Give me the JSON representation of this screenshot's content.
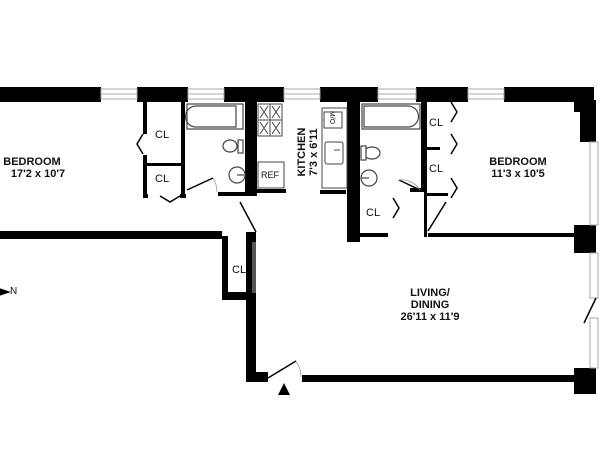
{
  "floorplan": {
    "rooms": [
      {
        "id": "bedroom-1",
        "name": "BEDROOM",
        "dimensions": "17'2 x 10'7"
      },
      {
        "id": "bedroom-2",
        "name": "BEDROOM",
        "dimensions": "11'3 x 10'5"
      },
      {
        "id": "kitchen",
        "name": "KITCHEN",
        "dimensions": "7'3 x 6'11"
      },
      {
        "id": "living-dining",
        "name": "LIVING/",
        "name2": "DINING",
        "dimensions": "26'11 x 11'9"
      }
    ],
    "closets": [
      {
        "id": "cl-1",
        "label": "CL"
      },
      {
        "id": "cl-2",
        "label": "CL"
      },
      {
        "id": "cl-3",
        "label": "CL"
      },
      {
        "id": "cl-4",
        "label": "CL"
      },
      {
        "id": "cl-5",
        "label": "CL"
      },
      {
        "id": "cl-6",
        "label": "CL"
      }
    ],
    "fixtures": {
      "refrigerator": "REF",
      "microwave": "M/O"
    },
    "compass": {
      "label": "N"
    },
    "colors": {
      "wall": "#000000",
      "background": "#ffffff",
      "window": "#bbbbbb"
    }
  }
}
